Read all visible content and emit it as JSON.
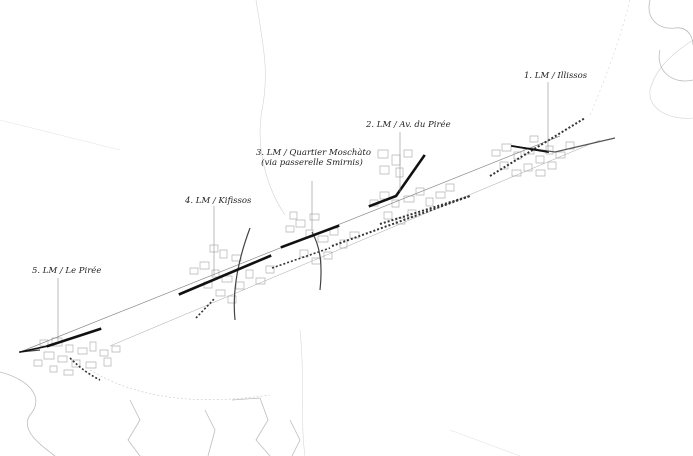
{
  "map": {
    "stations": [
      {
        "line1": "1. LM / Illissos",
        "line2": ""
      },
      {
        "line1": "2. LM / Av. du Pirée",
        "line2": ""
      },
      {
        "line1": "3. LM / Quartier Moschàto",
        "line2": "(via passerelle Smirnis)"
      },
      {
        "line1": "4. LM / Kifissos",
        "line2": ""
      },
      {
        "line1": "5. LM / Le Pirée",
        "line2": ""
      }
    ]
  },
  "colors": {
    "background": "#ffffff",
    "contour": "#cfcfcf",
    "building": "#b9b9b9",
    "track": "#1a1a1a",
    "leader": "#9a9a9a"
  }
}
